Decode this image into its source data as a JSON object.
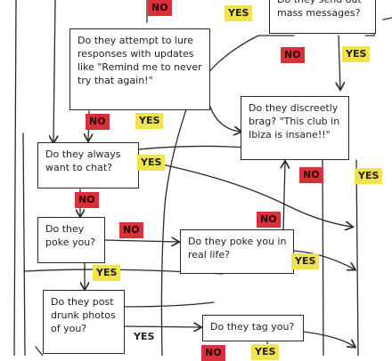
{
  "nodes": {
    "mass_messages": "Do they send out mass messages?",
    "lure_responses": "Do they attempt to lure responses with updates like \"Remind me to never try that again!\"",
    "discreetly_brag": "Do they discreetly brag? \"This club in Ibiza is insane!!\"",
    "always_chat": "Do they always want to chat?",
    "poke_you": "Do they poke you?",
    "poke_real_life": "Do they poke you in real life?",
    "drunk_photos": "Do they post drunk photos of you?",
    "tag_you": "Do they tag you?"
  },
  "labels": {
    "no": "NO",
    "yes": "YES"
  }
}
